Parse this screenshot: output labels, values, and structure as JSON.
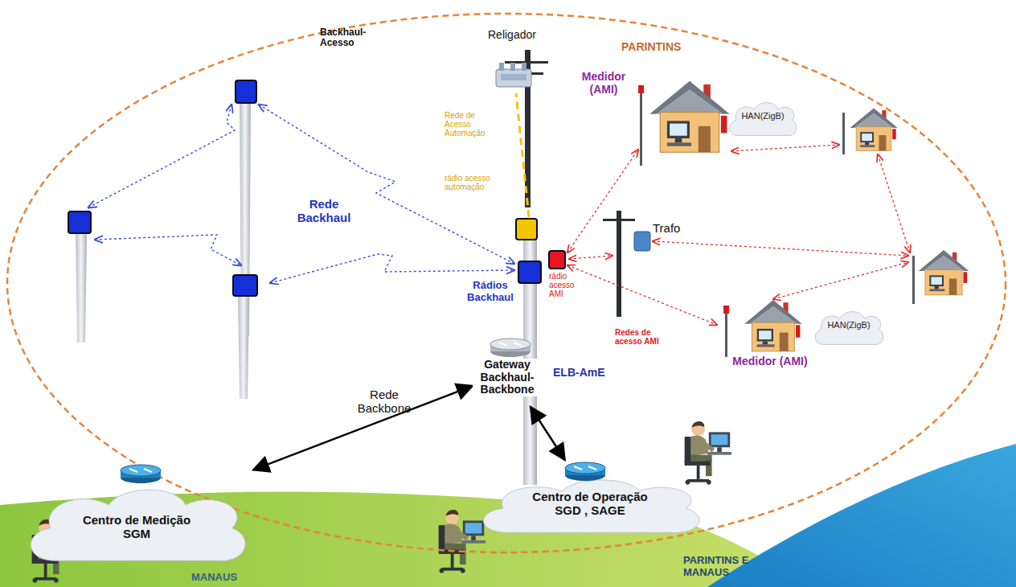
{
  "diagram": {
    "nodes": [
      {
        "text": [
          "PARINTINS"
        ]
      },
      {
        "text": [
          "Gateway Backhaul-Backbone"
        ],
        "in": 0
      },
      {
        "text": [
          "Religador"
        ],
        "in": 0
      },
      {
        "text": [
          "Trafo"
        ],
        "in": 0
      },
      {
        "text": [
          "Medidor (AMI)"
        ],
        "in": 0
      },
      {
        "text": [
          "HAN(ZigB)"
        ],
        "in": 0
      },
      {
        "text": [
          "Medidor (AMI)"
        ],
        "in": 0
      },
      {
        "text": [
          "HAN(ZigB)"
        ],
        "in": 0
      },
      {
        "text": [
          "Centro de Medição SGM"
        ]
      },
      {
        "text": [
          "Centro de Operação SGD , SAGE"
        ]
      }
    ],
    "edges": [
      {
        "from": 1,
        "to": 8,
        "arrow": "both"
      },
      {
        "from": 1,
        "to": 9,
        "arrow": "both"
      }
    ],
    "labels": [
      "Backhaul-Acesso",
      "Rede de Acesso Automação",
      "rádio acesso automação",
      "Rede Backhaul",
      "Rádios Backhaul",
      "rádio acesso AMI",
      "Redes de acesso AMI",
      "ELB-AmE",
      "Rede Backbone",
      "MANAUS",
      "PARINTINS E MANAUS"
    ]
  }
}
